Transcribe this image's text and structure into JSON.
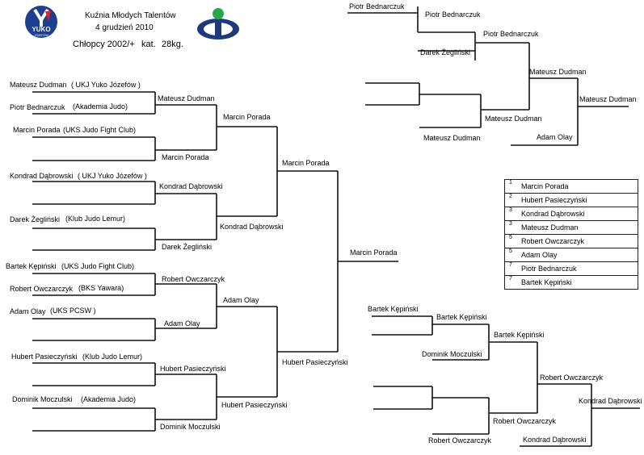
{
  "header": {
    "event_title": "Kuźnia Młodych Talentów",
    "event_date": "4 grudzień 2010",
    "category_label": "Chłopcy 2002/+",
    "weight_label": "kat.",
    "weight_value": "28kg.",
    "logo_text": "YUKO",
    "logo_subtext": "JÓZEFÓW"
  },
  "colors": {
    "yuko_blue": "#1d3f8f",
    "yuko_red": "#d8242a",
    "logo_green": "#27a84a",
    "logo_navy": "#1f3a7a"
  },
  "main_bracket": {
    "entrants": [
      {
        "name": "Mateusz Dudman",
        "club": "( UKJ Yuko Józefów )"
      },
      {
        "name": "Piotr Bednarczuk",
        "club": "(Akademia Judo)"
      },
      {
        "name": "Marcin Porada",
        "club": "(UKS Judo Fight Club)"
      },
      {
        "name": "Kondrad Dąbrowski",
        "club": "( UKJ Yuko Józefów )"
      },
      {
        "name": "Darek Żegliński",
        "club": "(Klub Judo Lemur)"
      },
      {
        "name": "Bartek Kępiński",
        "club": "(UKS Judo Fight Club)"
      },
      {
        "name": "Robert Owczarczyk",
        "club": "(BKS Yawara)"
      },
      {
        "name": "Adam Olay",
        "club": "(UKS PCSW )"
      },
      {
        "name": "Hubert Pasieczyński",
        "club": "(Klub Judo Lemur)"
      },
      {
        "name": "Dominik Moczulski",
        "club": "(Akademia Judo)"
      }
    ],
    "round1": [
      "Mateusz Dudman",
      "Marcin Porada",
      "Kondrad Dąbrowski",
      "Darek Żegliński",
      "Robert Owczarczyk",
      "Adam Olay",
      "Hubert Pasieczyński",
      "Dominik Moczulski"
    ],
    "round2": [
      "Marcin Porada",
      "Kondrad Dąbrowski",
      "Adam Olay",
      "Hubert Pasieczyński"
    ],
    "round3": [
      "Marcin Porada",
      "Hubert Pasieczyński"
    ],
    "winner": "Marcin Porada"
  },
  "repechage_top": {
    "labels": [
      "Piotr Bednarczuk",
      "Piotr Bednarczuk",
      "Darek Żegliński",
      "Piotr Bednarczuk",
      "Mateusz Dudman",
      "Mateusz Dudman",
      "Mateusz Dudman",
      "Mateusz Dudman",
      "Adam Olay"
    ]
  },
  "repechage_bottom": {
    "labels": [
      "Bartek Kępiński",
      "Bartek Kępiński",
      "Dominik Moczulski",
      "Bartek Kępiński",
      "Robert Owczarczyk",
      "Robert Owczarczyk",
      "Robert Owczarczyk",
      "Kondrad Dąbrowski",
      "Kondrad Dąbrowski"
    ]
  },
  "rankings": [
    {
      "place": "1",
      "name": "Marcin Porada"
    },
    {
      "place": "2",
      "name": "Hubert Pasieczyński"
    },
    {
      "place": "3",
      "name": "Kondrad Dąbrowski"
    },
    {
      "place": "3",
      "name": "Mateusz Dudman"
    },
    {
      "place": "5",
      "name": "Robert Owczarczyk"
    },
    {
      "place": "5",
      "name": "Adam Olay"
    },
    {
      "place": "7",
      "name": "Piotr Bednarczuk"
    },
    {
      "place": "7",
      "name": "Bartek Kępiński"
    }
  ]
}
